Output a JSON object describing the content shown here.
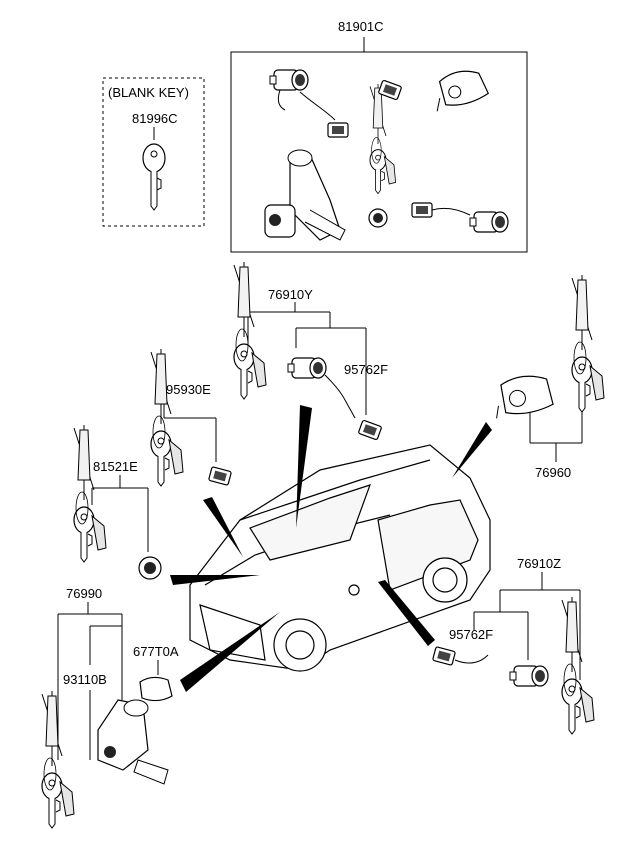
{
  "parts": {
    "p81901C": "81901C",
    "blank_key": "(BLANK KEY)",
    "p81996C": "81996C",
    "p76910Y": "76910Y",
    "p95930E": "95930E",
    "p95762F_top": "95762F",
    "p81521E": "81521E",
    "p76960": "76960",
    "p76990": "76990",
    "p93110B": "93110B",
    "p677T0A": "677T0A",
    "p76910Z": "76910Z",
    "p95762F_bottom": "95762F"
  },
  "icons": [
    "key-icon",
    "lock-cylinder-icon",
    "connector-icon",
    "ignition-switch-icon",
    "vehicle-icon"
  ]
}
